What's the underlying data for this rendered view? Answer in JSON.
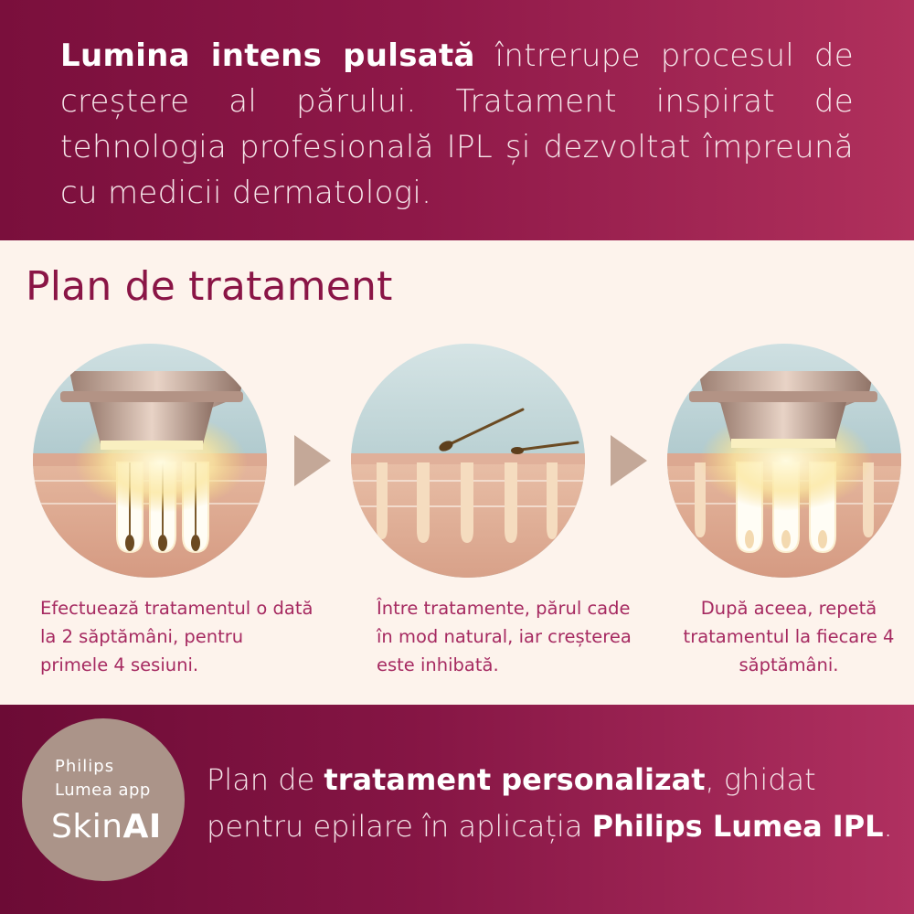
{
  "intro": {
    "bold": "Lumina intens pulsată",
    "rest": " întrerupe procesul de creștere al părului. Tratament inspirat de tehnologia profesională IPL și dezvoltat împreună cu medicii dermatologi."
  },
  "plan": {
    "title": "Plan de tratament",
    "steps": [
      {
        "caption": "Efectuează tratamentul o dată la 2 săptămâni, pentru primele 4 sesiuni."
      },
      {
        "caption": "Între tratamente, părul cade în mod natural, iar creșterea este inhibată."
      },
      {
        "caption": "După aceea, repetă tratamentul la fiecare 4 săptămâni."
      }
    ]
  },
  "app": {
    "badge_line1": "Philips",
    "badge_line2": "Lumea app",
    "badge_skin": "Skin",
    "badge_ai": "AI",
    "text_part1": "Plan de ",
    "text_bold1": "tratament personalizat",
    "text_part2": ", ghidat pentru epilare în aplicația ",
    "text_bold2": "Philips Lumea IPL",
    "text_part3": "."
  },
  "colors": {
    "band": "#8e1848",
    "title": "#8a1546",
    "caption": "#a62a61",
    "badge": "#ab9489",
    "arrow": "#c4a898"
  }
}
